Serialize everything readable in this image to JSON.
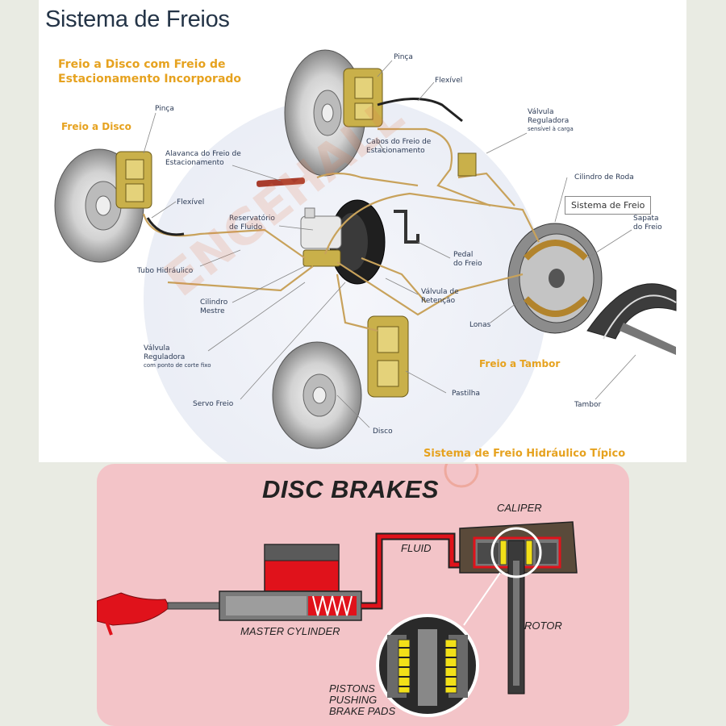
{
  "top": {
    "title": "Sistema de Freios",
    "section_disc_parking": [
      "Freio a Disco com Freio de",
      "Estacionamento Incorporado"
    ],
    "section_disc": "Freio a Disco",
    "section_drum": "Freio a Tambor",
    "section_typical": "Sistema de Freio Hidráulico Típico",
    "tooltip": "Sistema de Freio",
    "labels": {
      "pinca_top": "Pinça",
      "flexivel_top": "Flexível",
      "valvula_reg_carga": [
        "Válvula",
        "Reguladora"
      ],
      "sensivel_carga": "sensível à carga",
      "cabos_freio": [
        "Cabos do Freio de",
        "Estacionamento"
      ],
      "pinca_left": "Pinça",
      "alavanca": [
        "Alavanca do Freio de",
        "Estacionamento"
      ],
      "cilindro_roda": "Cilindro de Roda",
      "flexivel_left": "Flexível",
      "reservatorio": [
        "Reservatório",
        "de Fluido"
      ],
      "sapata": [
        "Sapata",
        "do Freio"
      ],
      "tubo": "Tubo Hidráulico",
      "pedal": [
        "Pedal",
        "do Freio"
      ],
      "cilindro_mestre": [
        "Cilindro",
        "Mestre"
      ],
      "valvula_retencao": [
        "Válvula de",
        "Retenção"
      ],
      "lonas": "Lonas",
      "valvula_reg_corte": [
        "Válvula",
        "Reguladora"
      ],
      "ponto_corte": "com ponto de corte fixo",
      "servo": "Servo Freio",
      "pastilha": "Pastilha",
      "tambor": "Tambor",
      "disco": "Disco"
    }
  },
  "bottom": {
    "title": "DISC BRAKES",
    "labels": {
      "caliper": "CALIPER",
      "fluid": "FLUID",
      "master_cylinder": "MASTER CYLINDER",
      "rotor": "ROTOR",
      "pistons": [
        "PISTONS",
        "PUSHING",
        "BRAKE PADS"
      ]
    }
  },
  "watermark": {
    "text": "ENGEHALL"
  },
  "colors": {
    "title": "#243447",
    "section": "#e6a21f",
    "label": "#2b3a55",
    "fluid": "#e0121b",
    "panel_pink": "#f3c4c8",
    "pad_yellow": "#f2e018"
  }
}
